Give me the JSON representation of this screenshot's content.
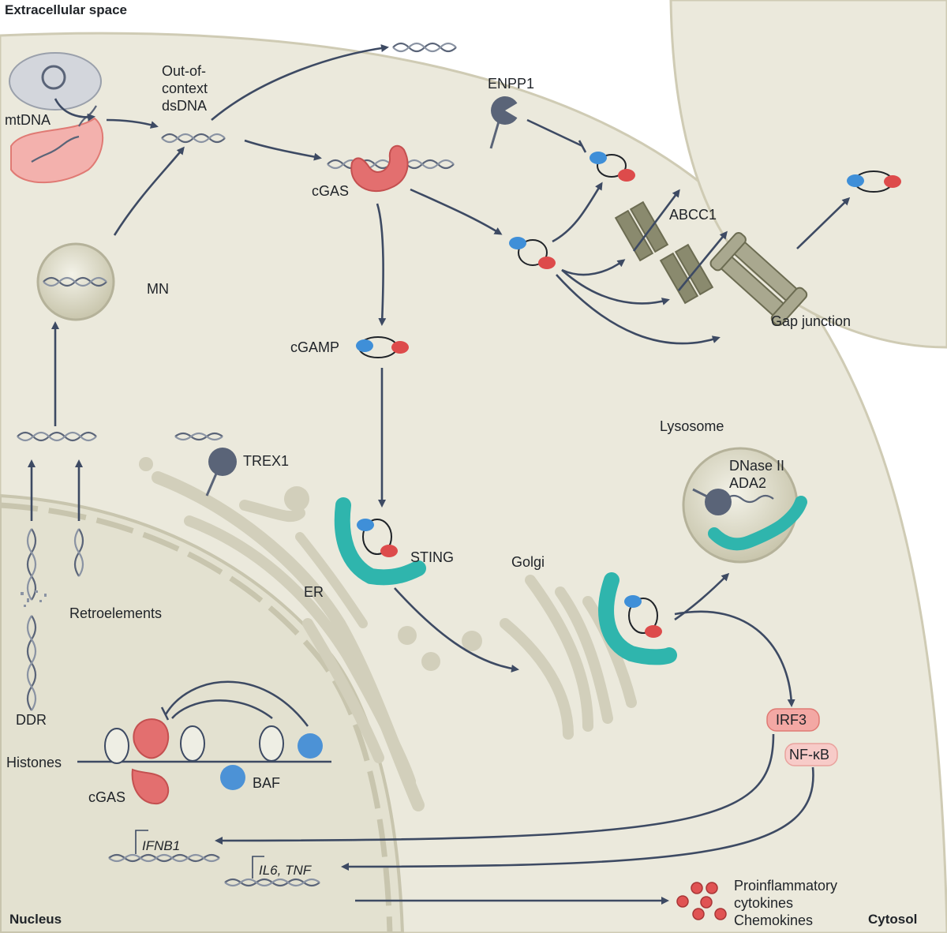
{
  "labels": {
    "extracellular": "Extracellular space",
    "nucleus": "Nucleus",
    "cytosol": "Cytosol",
    "mtdna": "mtDNA",
    "out_of_context_1": "Out-of-",
    "out_of_context_2": "context",
    "out_of_context_3": "dsDNA",
    "cgas_top": "cGAS",
    "enpp1": "ENPP1",
    "abcc1": "ABCC1",
    "gap_junction": "Gap junction",
    "mn": "MN",
    "cgamp": "cGAMP",
    "trex1": "TREX1",
    "sting": "STING",
    "er": "ER",
    "golgi": "Golgi",
    "lysosome": "Lysosome",
    "dnase2": "DNase II",
    "ada2": "ADA2",
    "retroelements": "Retroelements",
    "ddr": "DDR",
    "histones": "Histones",
    "baf": "BAF",
    "cgas_nuc": "cGAS",
    "irf3": "IRF3",
    "nfkb": "NF-κB",
    "ifnb1": "IFNB1",
    "il6_tnf": "IL6, TNF",
    "proinflammatory": "Proinflammatory",
    "cytokines": "cytokines",
    "chemokines": "Chemokines"
  },
  "colors": {
    "cell": "#ebe9dc",
    "cell_edge": "#cfcbb4",
    "nucleus": "#e3e1d0",
    "organelle": "#d9d7c4",
    "organelle_edge": "#b5b29a",
    "cgas": "#e36f6f",
    "sting": "#2fb5ad",
    "cgamp_blue": "#3f8fd8",
    "cgamp_red": "#dd4b4b",
    "enzyme": "#5a6478",
    "arrow": "#3d4a63",
    "baf": "#4c92d6",
    "transporter": "#8a8a6e"
  }
}
